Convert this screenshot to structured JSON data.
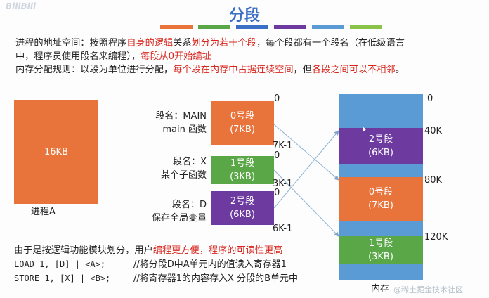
{
  "header": {
    "logo_text": "BiliBili",
    "title": "分段"
  },
  "colors": {
    "blue": "#5b9bd5",
    "orange": "#e9743b",
    "green": "#5aa747",
    "purple": "#6d3aa0",
    "red_text": "#d7261e"
  },
  "intro": {
    "line1_a": "进程的地址空间：按照程序",
    "line1_red1": "自身的逻辑",
    "line1_b": "关系",
    "line1_red2": "划分为若干个段",
    "line1_c": "，每个段都有一个段名（在低级语言",
    "line2_a": "中，程序员使用段名来编程），",
    "line2_red": "每段从0开始编址",
    "line3_a": "内存分配规则：以段为单位进行分配，",
    "line3_red1": "每个段在内存中占据连续空间",
    "line3_b": "，但",
    "line3_red2": "各段之间可以不相邻",
    "line3_c": "。"
  },
  "process": {
    "size": "16KB",
    "label": "进程A"
  },
  "segments": [
    {
      "name_line1": "段名：MAIN",
      "name_line2": "main 函数",
      "title": "0号段",
      "size": "(7KB)",
      "start": "0",
      "end": "7K-1"
    },
    {
      "name_line1": "段名：X",
      "name_line2": "某个子函数",
      "title": "1号段",
      "size": "(3KB)",
      "start": "0",
      "end": "3K-1"
    },
    {
      "name_line1": "段名：D",
      "name_line2": "保存全局变量",
      "title": "2号段",
      "size": "(6KB)",
      "start": "0",
      "end": "6K-1"
    }
  ],
  "memory": {
    "label": "内存",
    "addresses": [
      "0",
      "40K",
      "80K",
      "120K"
    ],
    "blocks": [
      {
        "title": "2号段",
        "size": "(6KB)"
      },
      {
        "title": "0号段",
        "size": "(7KB)"
      },
      {
        "title": "1号段",
        "size": "(3KB)"
      }
    ]
  },
  "bottom": {
    "line1_a": "由于是按逻辑功能模块划分，用户",
    "line1_red": "编程更方便，程序的可读性更高",
    "code1_instr": "LOAD 1, [D] | <A>;",
    "code1_comment": "//将分段D中A单元内的值读入寄存器1",
    "code2_instr": "STORE 1, [X] | <B>;",
    "code2_comment": "//将寄存器1的内容存入X 分段的B单元中"
  },
  "watermark": "@稀土掘金技术社区"
}
